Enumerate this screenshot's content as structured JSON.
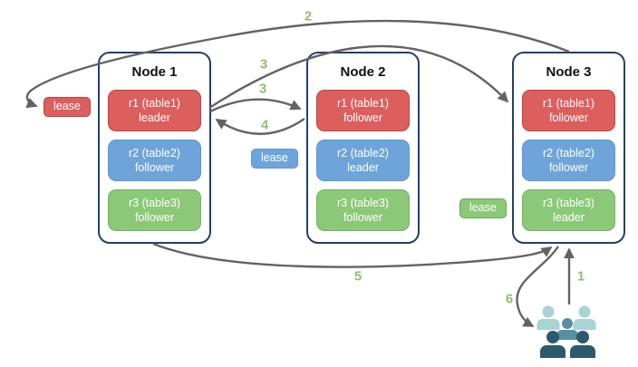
{
  "nodes": [
    {
      "title": "Node 1",
      "replicas": [
        {
          "label": "r1 (table1)",
          "role": "leader",
          "color": "red"
        },
        {
          "label": "r2 (table2)",
          "role": "follower",
          "color": "blue"
        },
        {
          "label": "r3 (table3)",
          "role": "follower",
          "color": "green"
        }
      ]
    },
    {
      "title": "Node 2",
      "replicas": [
        {
          "label": "r1 (table1)",
          "role": "follower",
          "color": "red"
        },
        {
          "label": "r2 (table2)",
          "role": "leader",
          "color": "blue"
        },
        {
          "label": "r3 (table3)",
          "role": "follower",
          "color": "green"
        }
      ]
    },
    {
      "title": "Node 3",
      "replicas": [
        {
          "label": "r1 (table1)",
          "role": "follower",
          "color": "red"
        },
        {
          "label": "r2 (table2)",
          "role": "follower",
          "color": "blue"
        },
        {
          "label": "r3 (table3)",
          "role": "leader",
          "color": "green"
        }
      ]
    }
  ],
  "leases": [
    {
      "text": "lease",
      "color": "red"
    },
    {
      "text": "lease",
      "color": "blue"
    },
    {
      "text": "lease",
      "color": "green"
    }
  ],
  "steps": {
    "n1": "1",
    "n2": "2",
    "n3_upper": "3",
    "n3_lower": "3",
    "n4": "4",
    "n5": "5",
    "n6": "6"
  },
  "icons": {
    "users": "users-group-icon"
  },
  "colors": {
    "red_fill": "#dc5f5e",
    "red_border": "#c4403d",
    "blue_fill": "#6fa4da",
    "blue_border": "#5d97d1",
    "green_fill": "#8bc878",
    "green_border": "#69a855",
    "node_border": "#24406b",
    "arrow": "#636363",
    "step_label": "#8fbf6f",
    "users_light": "#a9d3d4",
    "users_mid": "#568f9f",
    "users_dark": "#2b5a6c"
  }
}
